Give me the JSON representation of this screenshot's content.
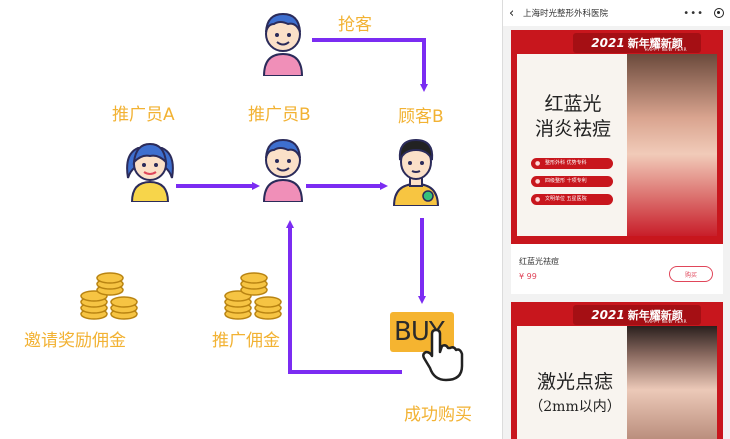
{
  "diagram": {
    "labels": {
      "grab": "抢客",
      "promoter_a": "推广员A",
      "promoter_b": "推广员B",
      "customer_b": "顾客B",
      "invite_reward": "邀请奖励佣金",
      "promo_commission": "推广佣金",
      "purchase_success": "成功购买"
    },
    "buy_text": "BUY",
    "colors": {
      "label": "#f2b233",
      "arrow": "#7b2cf2",
      "buy_bg": "#f5b430"
    }
  },
  "phone": {
    "header": {
      "back_icon": "‹",
      "title": "上海时光整形外科医院",
      "more_icon": "•••"
    },
    "products": [
      {
        "banner_year": "2021",
        "banner_text": "新年耀新颜",
        "banner_sub": "HAPPY NEW YEAR",
        "title_line1": "红蓝光",
        "title_line2": "消炎祛痘",
        "tags": [
          "整形外科 优势专科",
          "四级整形 十项专利",
          "文明单位 五星医院"
        ],
        "name": "红蓝光祛痘",
        "price": "¥ 99",
        "buy_label": "购买"
      },
      {
        "banner_year": "2021",
        "banner_text": "新年耀新颜",
        "banner_sub": "HAPPY NEW YEAR",
        "title_line1": "激光点痣",
        "title_line2": "（2mm以内）"
      }
    ]
  }
}
